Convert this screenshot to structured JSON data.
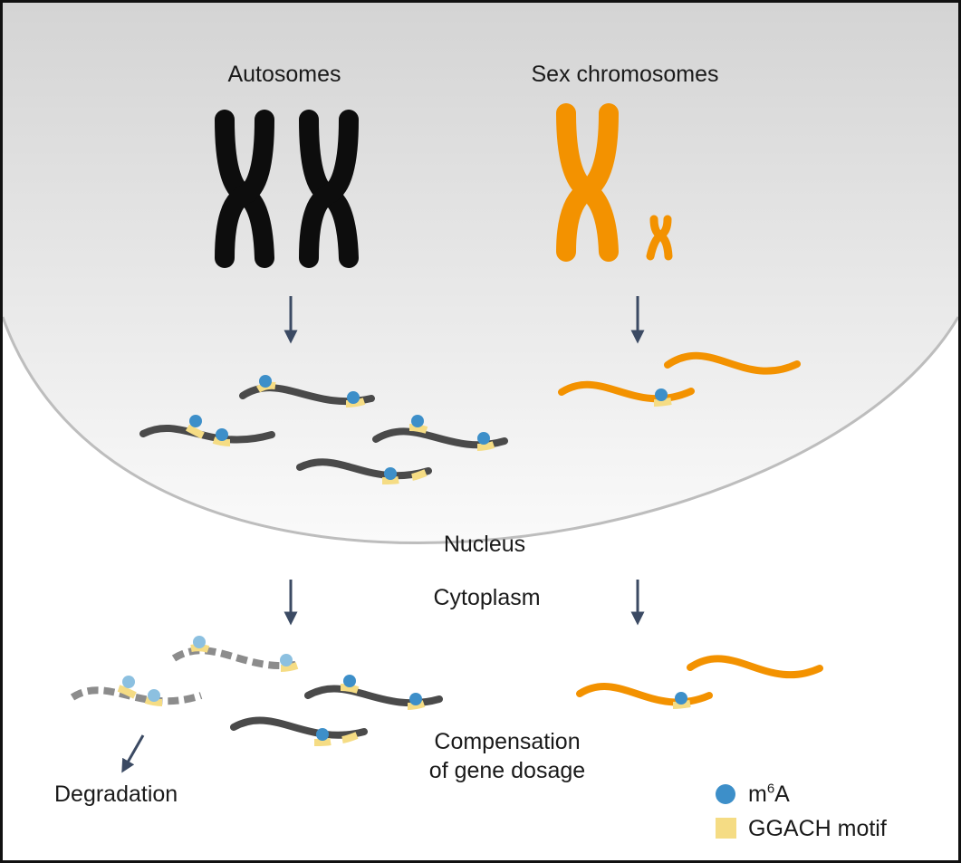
{
  "labels": {
    "autosomes": "Autosomes",
    "sex_chromosomes": "Sex chromosomes",
    "nucleus": "Nucleus",
    "cytoplasm": "Cytoplasm",
    "compensation_line1": "Compensation",
    "compensation_line2": "of gene dosage",
    "degradation": "Degradation"
  },
  "legend": {
    "m6a_base": "m",
    "m6a_sup": "6",
    "m6a_tail": "A",
    "ggach": "GGACH motif"
  },
  "colors": {
    "autosome": "#0d0d0d",
    "sex_chromosome": "#f39200",
    "mrna_dark": "#4a4a4a",
    "mrna_degraded": "#8c8c8c",
    "motif": "#f5dc84",
    "m6a": "#3d8fc9",
    "m6a_faded": "#8cc0e0",
    "arrow": "#3b4a63",
    "nucleus_top": "#d4d4d4",
    "nucleus_border": "#bdbdbd"
  }
}
